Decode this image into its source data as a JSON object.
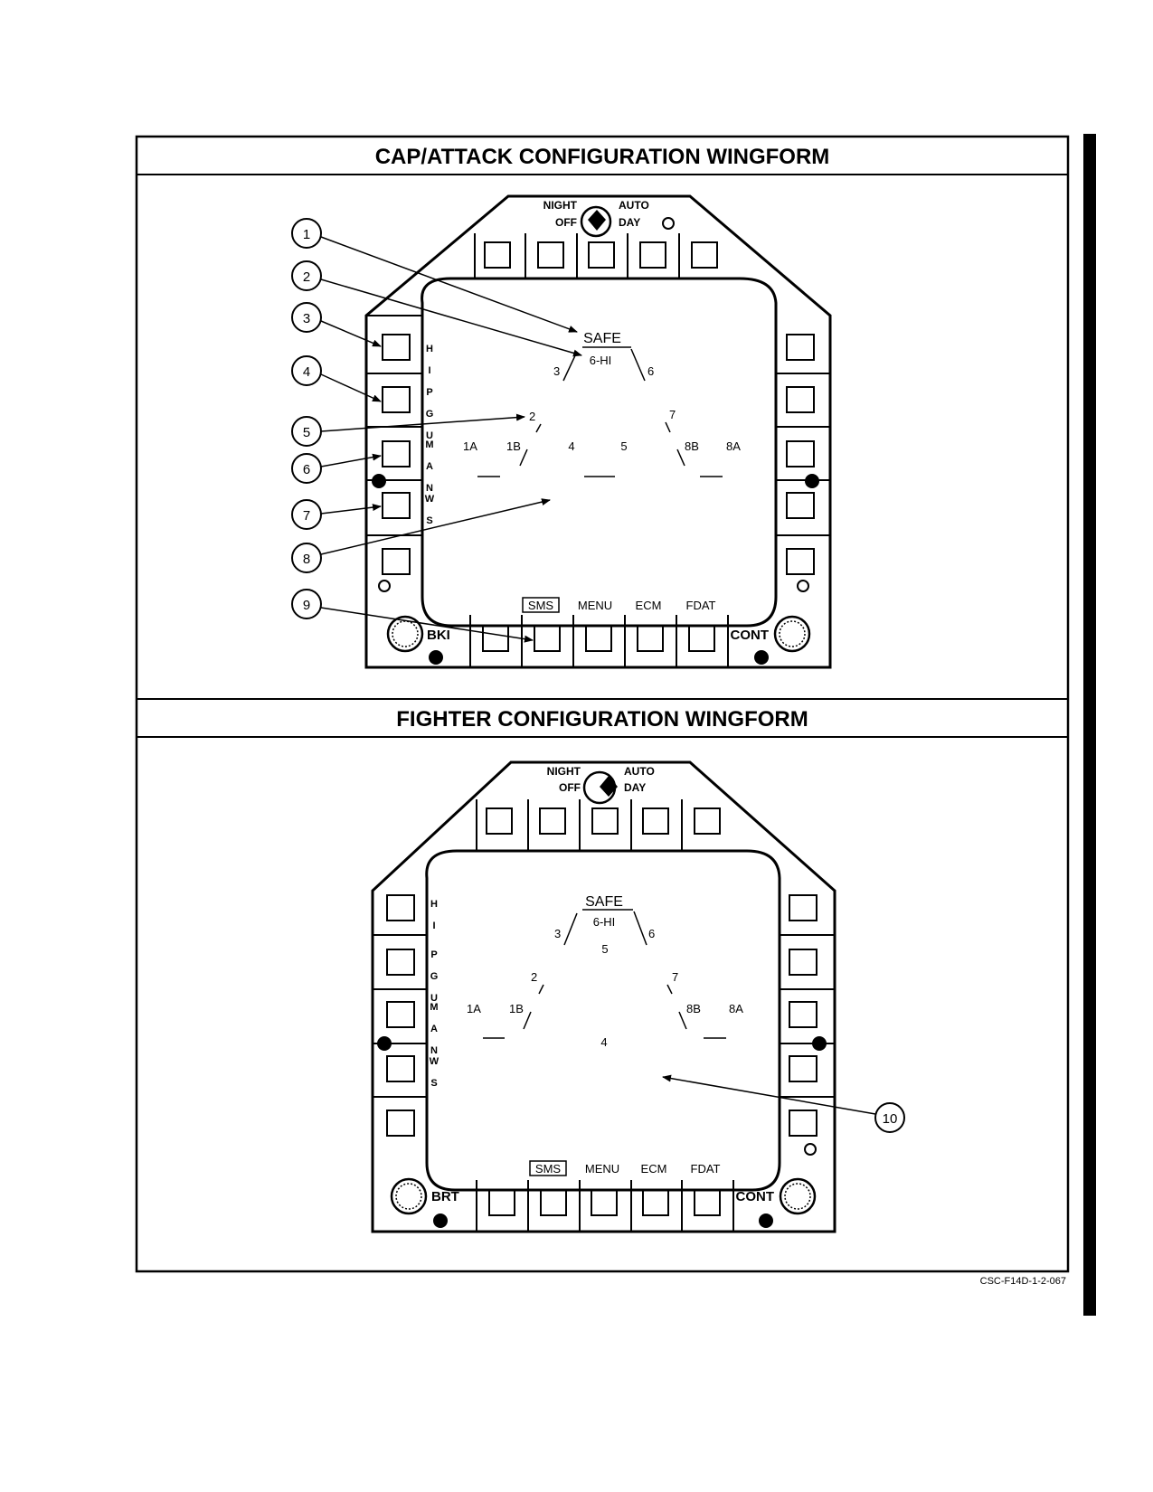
{
  "figure": {
    "panels": [
      {
        "title": "CAP/ATTACK CONFIGURATION WINGFORM",
        "mode_knob": {
          "night": "NIGHT",
          "off": "OFF",
          "auto": "AUTO",
          "day": "DAY"
        },
        "side_labels": {
          "hi": "H I",
          "pgu": "P G U",
          "man": "M A N",
          "ws": "W S"
        },
        "bottom_labels": {
          "sms": "SMS",
          "menu": "MENU",
          "ecm": "ECM",
          "fdat": "FDAT"
        },
        "knob_labels": {
          "left": "BKI",
          "right": "CONT"
        },
        "screen": {
          "safe": "SAFE",
          "weapon_hi": "6-HI",
          "station_labels": [
            "3",
            "6",
            "2",
            "7",
            "1A",
            "1B",
            "4",
            "5",
            "8B",
            "8A"
          ]
        },
        "callouts": [
          "1",
          "2",
          "3",
          "4",
          "5",
          "6",
          "7",
          "8",
          "9"
        ]
      },
      {
        "title": "FIGHTER CONFIGURATION WINGFORM",
        "mode_knob": {
          "night": "NIGHT",
          "off": "OFF",
          "auto": "AUTO",
          "day": "DAY"
        },
        "side_labels": {
          "hi": "H I",
          "pgu": "P G U",
          "man": "M A N",
          "ws": "W S"
        },
        "bottom_labels": {
          "sms": "SMS",
          "menu": "MENU",
          "ecm": "ECM",
          "fdat": "FDAT"
        },
        "knob_labels": {
          "left": "BRT",
          "right": "CONT"
        },
        "screen": {
          "safe": "SAFE",
          "weapon_hi": "6-HI",
          "station_labels": [
            "3",
            "6",
            "5",
            "2",
            "7",
            "1A",
            "1B",
            "8B",
            "8A",
            "4"
          ]
        },
        "callouts": [
          "10"
        ]
      }
    ],
    "footer": "CSC-F14D-1-2-067"
  }
}
